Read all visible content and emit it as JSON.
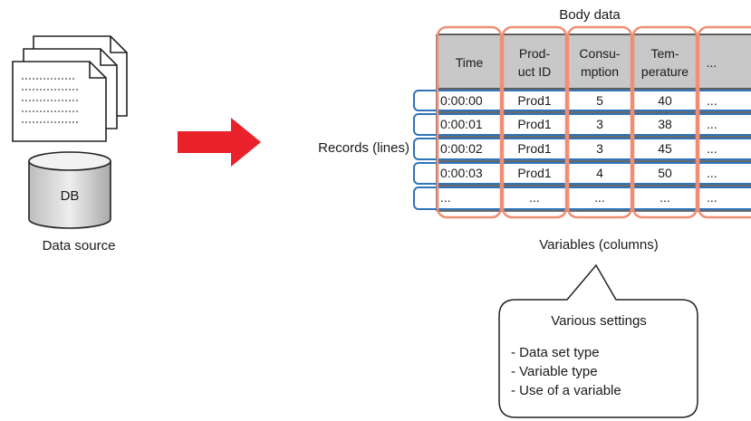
{
  "source": {
    "db_label": "DB",
    "caption": "Data source"
  },
  "table": {
    "title": "Body data",
    "headers": [
      [
        "Time"
      ],
      [
        "Prod-",
        "uct ID"
      ],
      [
        "Consu-",
        "mption"
      ],
      [
        "Tem-",
        "perature"
      ],
      [
        "..."
      ]
    ],
    "rows": [
      [
        "0:00:00",
        "Prod1",
        "5",
        "40",
        "..."
      ],
      [
        "0:00:01",
        "Prod1",
        "3",
        "38",
        "..."
      ],
      [
        "0:00:02",
        "Prod1",
        "3",
        "45",
        "..."
      ],
      [
        "0:00:03",
        "Prod1",
        "4",
        "50",
        "..."
      ],
      [
        "...",
        "...",
        "...",
        "...",
        "..."
      ]
    ],
    "records_label": "Records (lines)",
    "variables_label": "Variables (columns)"
  },
  "callout": {
    "title": "Various settings",
    "items": [
      "- Data set type",
      "- Variable type",
      "- Use of a variable"
    ]
  },
  "colors": {
    "arrow": "#e8212b",
    "column_outline": "#ef8e74",
    "row_outline": "#2f73b8",
    "header_fill": "#c8c8c8",
    "db_fill": "#d6d6d6"
  }
}
